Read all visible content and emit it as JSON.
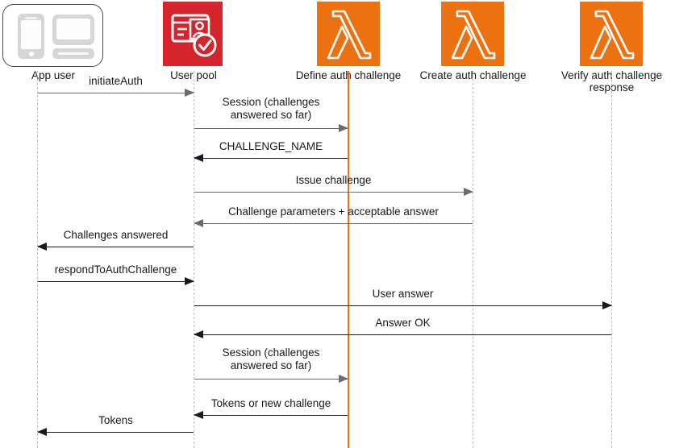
{
  "diagram": {
    "title": "Amazon Cognito custom authentication challenge flow",
    "colors": {
      "user_pool_tile": "#d6242c",
      "lambda_tile": "#ec7211",
      "active_lifeline": "#ec7211",
      "dashed_lifeline": "#b9bcc0",
      "gray_arrow": "#666c72",
      "black_arrow": "#16191f",
      "text": "#16191f",
      "background": "#ffffff"
    }
  },
  "actors": [
    {
      "id": "app-user",
      "label": "App user",
      "icon": "devices-icon",
      "lifeline": "dashed"
    },
    {
      "id": "user-pool",
      "label": "User pool",
      "icon": "user-pool-icon",
      "lifeline": "dashed"
    },
    {
      "id": "define-auth",
      "label": "Define auth challenge",
      "icon": "aws-lambda-icon",
      "lifeline": "solid"
    },
    {
      "id": "create-auth",
      "label": "Create auth challenge",
      "icon": "aws-lambda-icon",
      "lifeline": "dashed"
    },
    {
      "id": "verify-auth",
      "label": "Verify auth challenge\nresponse",
      "icon": "aws-lambda-icon",
      "lifeline": "dashed"
    }
  ],
  "messages": [
    {
      "id": "m1",
      "label": "initiateAuth",
      "from": "app-user",
      "to": "user-pool",
      "direction": "right",
      "color": "gray",
      "lines": 1
    },
    {
      "id": "m2",
      "label": "Session (challenges\nanswered so far)",
      "from": "user-pool",
      "to": "define-auth",
      "direction": "right",
      "color": "gray",
      "lines": 2
    },
    {
      "id": "m3",
      "label": "CHALLENGE_NAME",
      "from": "define-auth",
      "to": "user-pool",
      "direction": "left",
      "color": "black",
      "lines": 1
    },
    {
      "id": "m4",
      "label": "Issue challenge",
      "from": "user-pool",
      "to": "create-auth",
      "direction": "right",
      "color": "gray",
      "lines": 1
    },
    {
      "id": "m5",
      "label": "Challenge parameters + acceptable answer",
      "from": "create-auth",
      "to": "user-pool",
      "direction": "left",
      "color": "gray",
      "lines": 1
    },
    {
      "id": "m6",
      "label": "Challenges answered",
      "from": "user-pool",
      "to": "app-user",
      "direction": "left",
      "color": "black",
      "lines": 1
    },
    {
      "id": "m7",
      "label": "respondToAuthChallenge",
      "from": "app-user",
      "to": "user-pool",
      "direction": "right",
      "color": "black",
      "lines": 1
    },
    {
      "id": "m8",
      "label": "User answer",
      "from": "user-pool",
      "to": "verify-auth",
      "direction": "right",
      "color": "black",
      "lines": 1
    },
    {
      "id": "m9",
      "label": "Answer OK",
      "from": "verify-auth",
      "to": "user-pool",
      "direction": "left",
      "color": "black",
      "lines": 1
    },
    {
      "id": "m10",
      "label": "Session (challenges\nanswered so far)",
      "from": "user-pool",
      "to": "define-auth",
      "direction": "right",
      "color": "gray",
      "lines": 2
    },
    {
      "id": "m11",
      "label": "Tokens or new challenge",
      "from": "define-auth",
      "to": "user-pool",
      "direction": "left",
      "color": "black",
      "lines": 1
    },
    {
      "id": "m12",
      "label": "Tokens",
      "from": "user-pool",
      "to": "app-user",
      "direction": "left",
      "color": "black",
      "lines": 1
    }
  ]
}
